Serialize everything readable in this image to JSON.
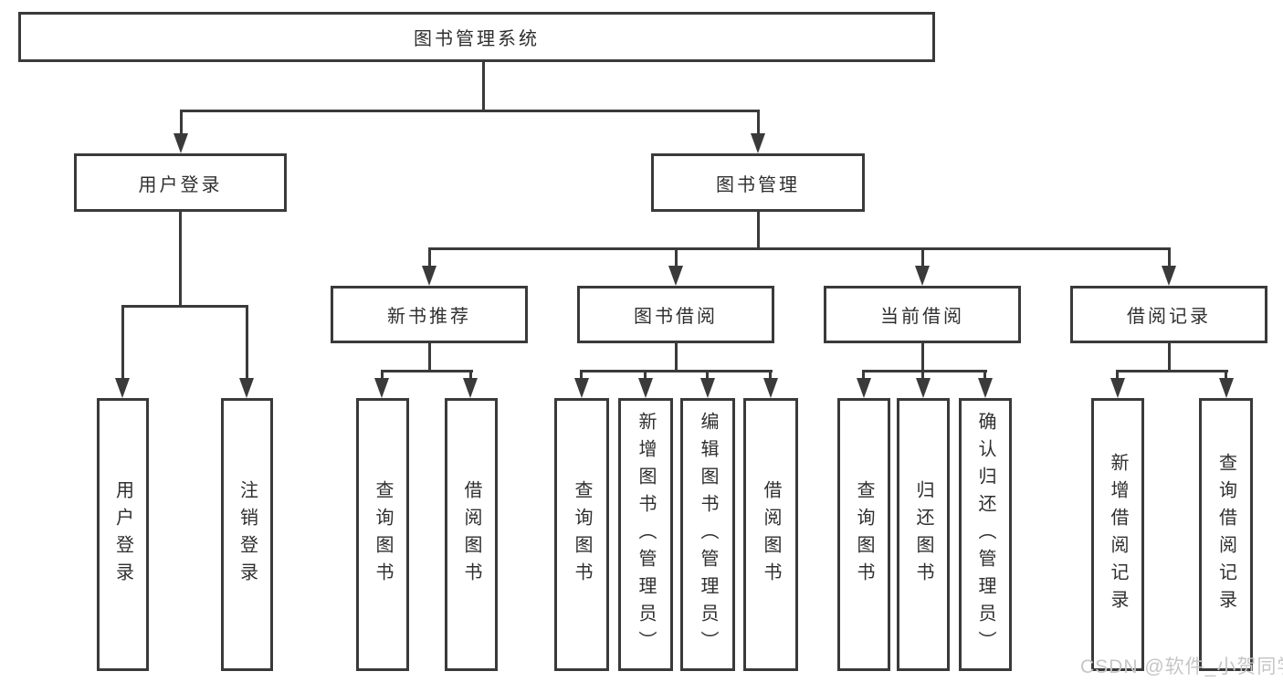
{
  "tree": {
    "root": {
      "label": "图书管理系统"
    },
    "branches": [
      {
        "label": "用户登录",
        "children": [
          "用户登录",
          "注销登录"
        ]
      },
      {
        "label": "图书管理",
        "children": [
          {
            "label": "新书推荐",
            "children": [
              "查询图书",
              "借阅图书"
            ]
          },
          {
            "label": "图书借阅",
            "children": [
              "查询图书",
              "新增图书（管理员）",
              "编辑图书（管理员）",
              "借阅图书"
            ]
          },
          {
            "label": "当前借阅",
            "children": [
              "查询图书",
              "归还图书",
              "确认归还（管理员）"
            ]
          },
          {
            "label": "借阅记录",
            "children": [
              "新增借阅记录",
              "查询借阅记录"
            ]
          }
        ]
      }
    ]
  },
  "watermark": "CSDN @软件_小贺同学",
  "colors": {
    "line": "#3a3a3a",
    "text": "#2f2f2f",
    "watermark_color": "#c6c6c6",
    "background": "#ffffff"
  }
}
